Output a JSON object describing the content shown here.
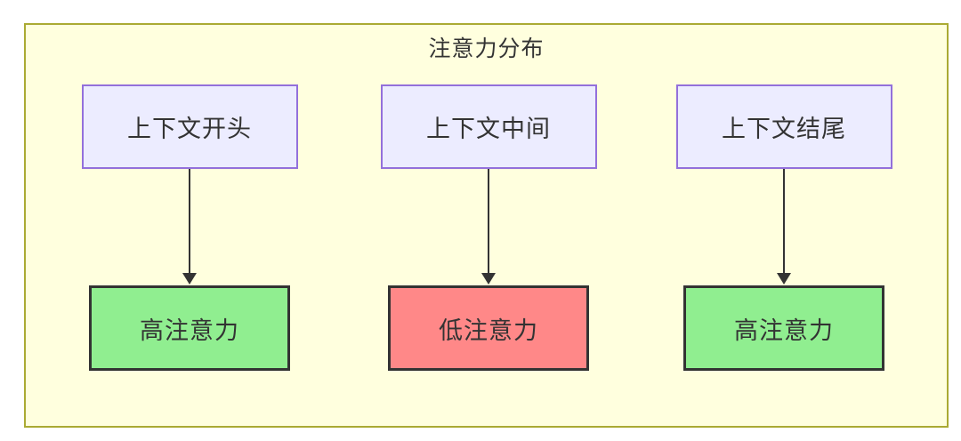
{
  "diagram": {
    "title": "注意力分布",
    "columns": [
      {
        "source": "上下文开头",
        "target": "高注意力",
        "target_level": "high"
      },
      {
        "source": "上下文中间",
        "target": "低注意力",
        "target_level": "low"
      },
      {
        "source": "上下文结尾",
        "target": "高注意力",
        "target_level": "high"
      }
    ],
    "colors": {
      "canvas_background": "#ffffde",
      "canvas_border": "#aaaa33",
      "source_node_fill": "#ececff",
      "source_node_border": "#9370db",
      "high_attention_fill": "#90ee90",
      "low_attention_fill": "#ff8888",
      "target_node_border": "#333333",
      "arrow": "#333333",
      "text": "#333333"
    }
  }
}
